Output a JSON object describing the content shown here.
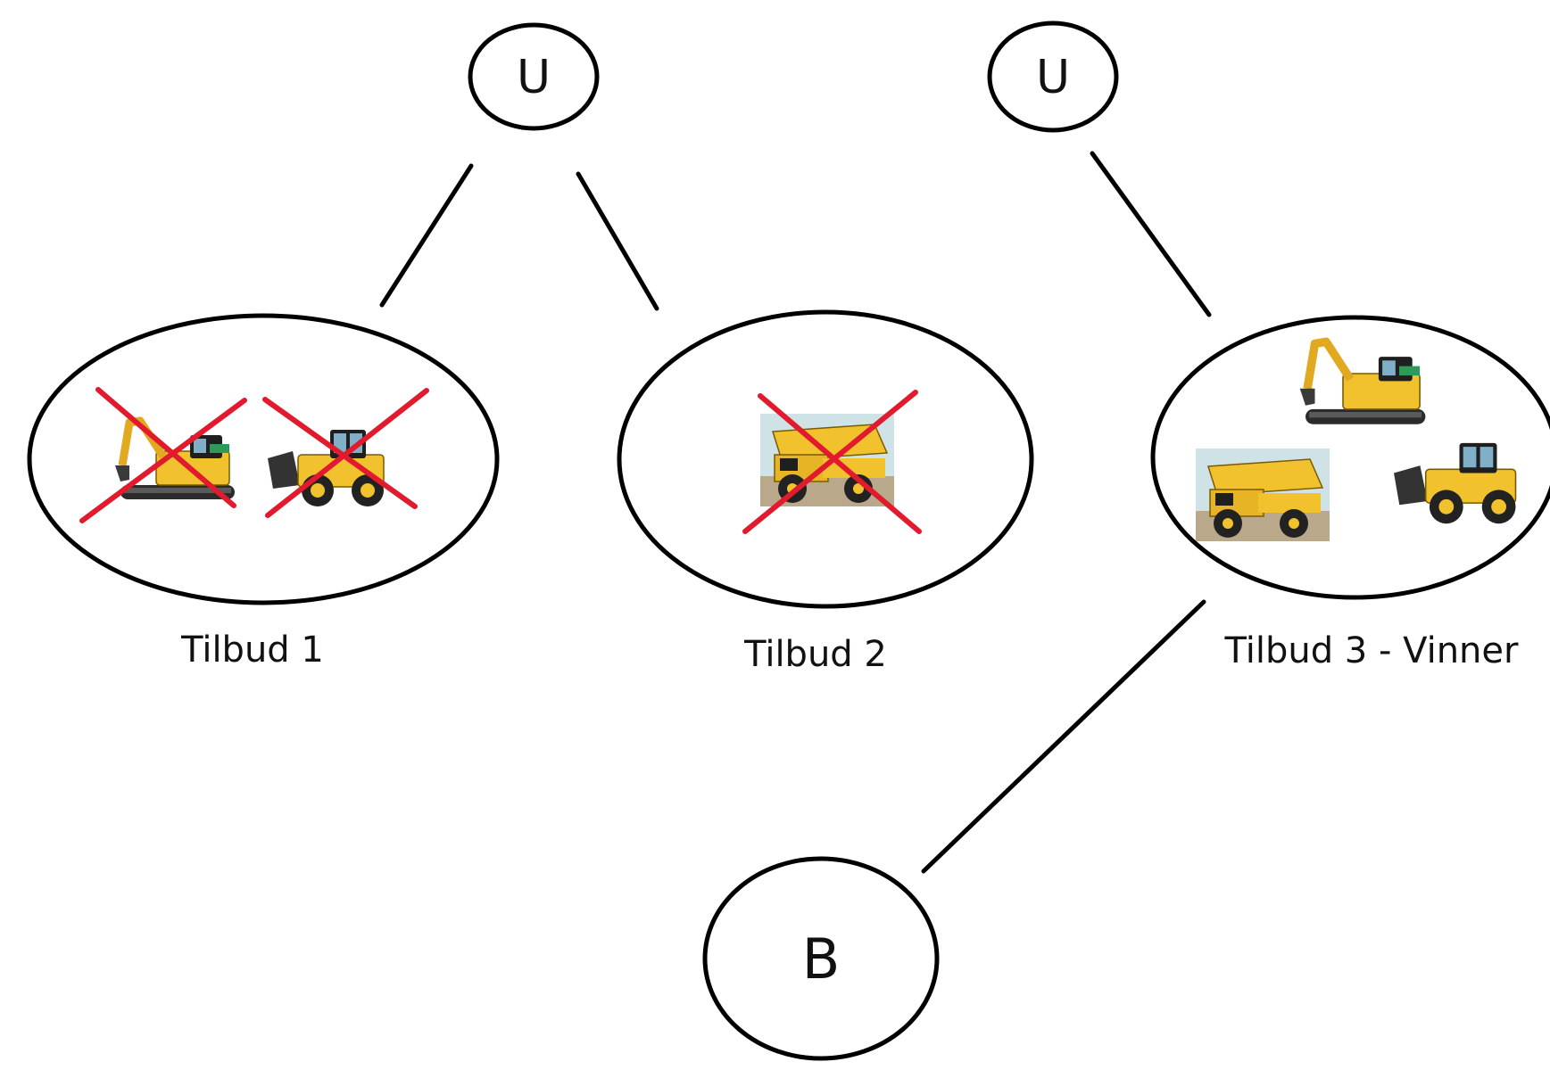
{
  "nodes": {
    "u_left": {
      "label": "U"
    },
    "u_right": {
      "label": "U"
    },
    "b": {
      "label": "B"
    }
  },
  "offers": [
    {
      "caption": "Tilbud 1",
      "machines": [
        "excavator-icon",
        "wheel-loader-icon"
      ],
      "rejected": true
    },
    {
      "caption": "Tilbud 2",
      "machines": [
        "dump-truck-icon"
      ],
      "rejected": true
    },
    {
      "caption": "Tilbud 3 - Vinner",
      "machines": [
        "excavator-icon",
        "dump-truck-icon",
        "wheel-loader-icon"
      ],
      "rejected": false
    }
  ],
  "colors": {
    "cross": "#e11b2d",
    "machine_body": "#f2c12e",
    "ink": "#000000"
  }
}
